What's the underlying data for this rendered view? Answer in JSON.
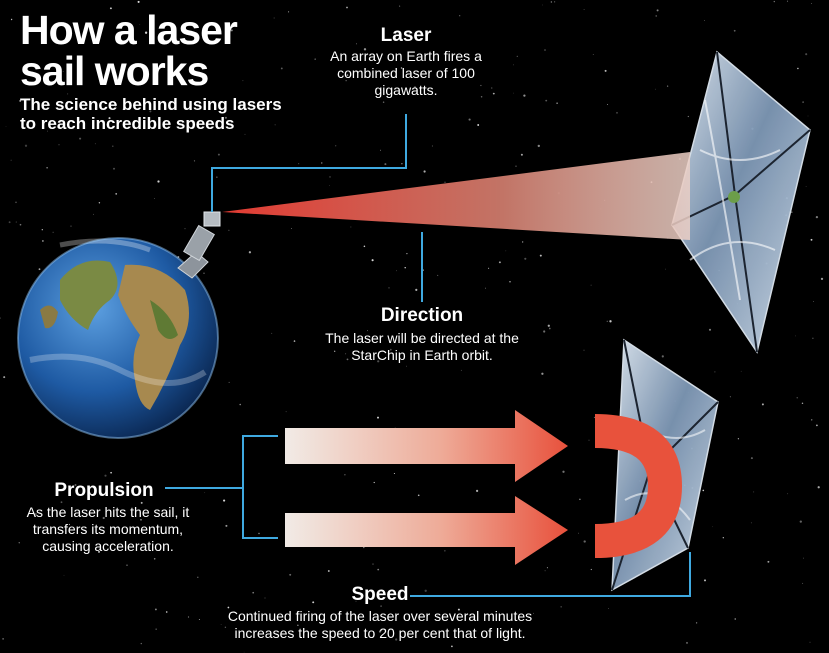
{
  "title": "How a laser sail works",
  "subtitle": "The science behind using lasers to reach incredible speeds",
  "callouts": {
    "laser": {
      "heading": "Laser",
      "text": "An array on Earth fires a combined laser of 100 gigawatts."
    },
    "direction": {
      "heading": "Direction",
      "text": "The laser will be directed at the StarChip in Earth orbit."
    },
    "propulsion": {
      "heading": "Propulsion",
      "text": "As the laser hits the sail, it transfers its momentum, causing acceleration."
    },
    "speed": {
      "heading": "Speed",
      "text": "Continued firing of the laser over several minutes increases the speed to 20 per cent that of light."
    }
  },
  "colors": {
    "background": "#000000",
    "leader_line": "#3fa9e0",
    "beam": "#e2453a",
    "ocean": "#1f5fa8",
    "land": "#6b7f3a",
    "sail": "#b9cde0"
  }
}
